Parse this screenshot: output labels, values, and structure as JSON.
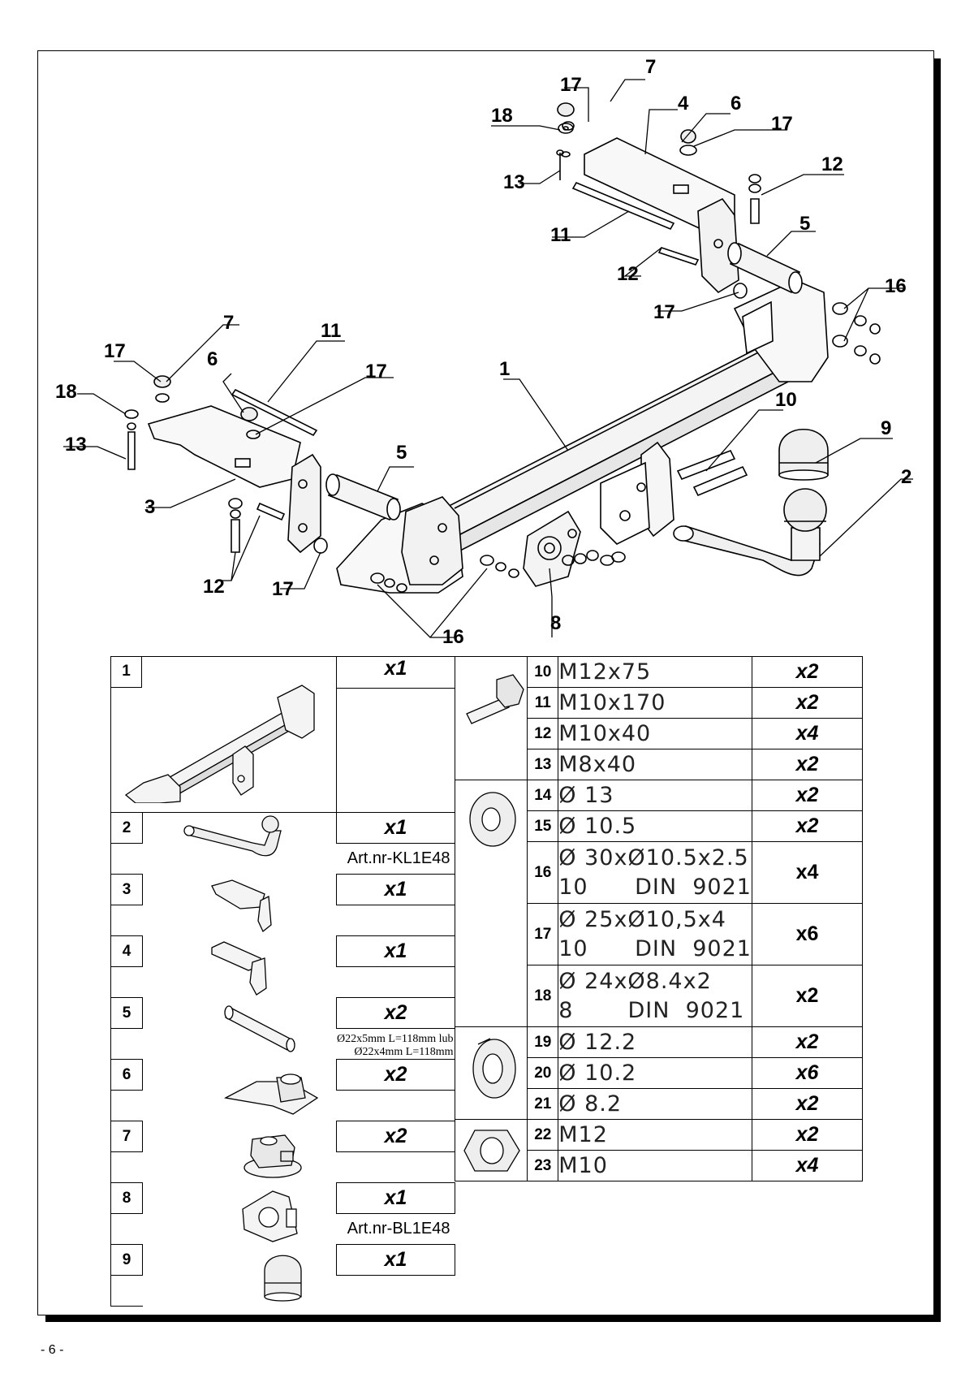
{
  "callouts": [
    {
      "id": "c7a",
      "label": "7"
    },
    {
      "id": "c17a",
      "label": "17"
    },
    {
      "id": "c18a",
      "label": "18"
    },
    {
      "id": "c4",
      "label": "4"
    },
    {
      "id": "c6a",
      "label": "6"
    },
    {
      "id": "c17b",
      "label": "17"
    },
    {
      "id": "c13a",
      "label": "13"
    },
    {
      "id": "c12a",
      "label": "12"
    },
    {
      "id": "c11a",
      "label": "11"
    },
    {
      "id": "c5a",
      "label": "5"
    },
    {
      "id": "c12b",
      "label": "12"
    },
    {
      "id": "c17c",
      "label": "17"
    },
    {
      "id": "c16a",
      "label": "16"
    },
    {
      "id": "c7b",
      "label": "7"
    },
    {
      "id": "c11b",
      "label": "11"
    },
    {
      "id": "c17d",
      "label": "17"
    },
    {
      "id": "c6b",
      "label": "6"
    },
    {
      "id": "c17e",
      "label": "17"
    },
    {
      "id": "c18b",
      "label": "18"
    },
    {
      "id": "c1",
      "label": "1"
    },
    {
      "id": "c10",
      "label": "10"
    },
    {
      "id": "c13b",
      "label": "13"
    },
    {
      "id": "c9",
      "label": "9"
    },
    {
      "id": "c5b",
      "label": "5"
    },
    {
      "id": "c2",
      "label": "2"
    },
    {
      "id": "c3",
      "label": "3"
    },
    {
      "id": "c12c",
      "label": "12"
    },
    {
      "id": "c17f",
      "label": "17"
    },
    {
      "id": "c16b",
      "label": "16"
    },
    {
      "id": "c8",
      "label": "8"
    }
  ],
  "parts_left": [
    {
      "num": "1",
      "qty": "x1",
      "art": "",
      "note": []
    },
    {
      "num": "2",
      "qty": "x1",
      "art": "Art.nr-KL1E48",
      "note": []
    },
    {
      "num": "3",
      "qty": "x1",
      "art": "",
      "note": []
    },
    {
      "num": "4",
      "qty": "x1",
      "art": "",
      "note": []
    },
    {
      "num": "5",
      "qty": "x2",
      "art": "",
      "note": [
        "Ø22x5mm L=118mm  lub",
        "Ø22x4mm L=118mm"
      ]
    },
    {
      "num": "6",
      "qty": "x2",
      "art": "",
      "note": []
    },
    {
      "num": "7",
      "qty": "x2",
      "art": "",
      "note": []
    },
    {
      "num": "8",
      "qty": "x1",
      "art": "Art.nr-BL1E48",
      "note": []
    },
    {
      "num": "9",
      "qty": "x1",
      "art": "",
      "note": []
    }
  ],
  "parts_right": [
    {
      "num": "10",
      "spec": "M12x75",
      "spec2": "",
      "qty": "x2"
    },
    {
      "num": "11",
      "spec": "M10x170",
      "spec2": "",
      "qty": "x2"
    },
    {
      "num": "12",
      "spec": "M10x40",
      "spec2": "",
      "qty": "x4"
    },
    {
      "num": "13",
      "spec": "M8x40",
      "spec2": "",
      "qty": "x2"
    },
    {
      "num": "14",
      "spec": "Ø 13",
      "spec2": "",
      "qty": "x2"
    },
    {
      "num": "15",
      "spec": "Ø 10.5",
      "spec2": "",
      "qty": "x2"
    },
    {
      "num": "16",
      "spec": "Ø 30xØ10.5x2.5",
      "spec2": "10      DIN  9021",
      "qty": "x4"
    },
    {
      "num": "17",
      "spec": "Ø 25xØ10,5x4",
      "spec2": "10      DIN  9021",
      "qty": "x6"
    },
    {
      "num": "18",
      "spec": "Ø 24xØ8.4x2",
      "spec2": "8       DIN  9021",
      "qty": "x2"
    },
    {
      "num": "19",
      "spec": "Ø 12.2",
      "spec2": "",
      "qty": "x2"
    },
    {
      "num": "20",
      "spec": "Ø 10.2",
      "spec2": "",
      "qty": "x6"
    },
    {
      "num": "21",
      "spec": "Ø 8.2",
      "spec2": "",
      "qty": "x2"
    },
    {
      "num": "22",
      "spec": "M12",
      "spec2": "",
      "qty": "x2"
    },
    {
      "num": "23",
      "spec": "M10",
      "spec2": "",
      "qty": "x4"
    }
  ],
  "page": {
    "number": "- 6 -"
  }
}
